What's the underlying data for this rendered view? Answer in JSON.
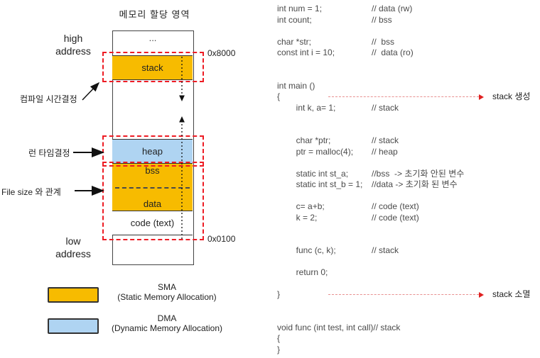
{
  "diagram": {
    "title": "메모리 할당 영역",
    "dots": "...",
    "high_address": {
      "line1": "high",
      "line2": "address"
    },
    "low_address": {
      "line1": "low",
      "line2": "address"
    },
    "addr_top": "0x8000",
    "addr_bottom": "0x0100",
    "sections": {
      "stack": "stack",
      "heap": "heap",
      "bss": "bss",
      "data": "data",
      "code": "code (text)"
    },
    "annotations": {
      "compile_time": "컴파일 시간결정",
      "run_time": "런 타임결정",
      "file_size": "File size 와 관계"
    },
    "colors": {
      "sma": "#F7BB00",
      "dma": "#AFD4F2",
      "red_dash": "#ED1C24"
    },
    "legend": [
      {
        "title": "SMA",
        "subtitle": "(Static Memory Allocation)"
      },
      {
        "title": "DMA",
        "subtitle": "(Dynamic Memory Allocation)"
      }
    ]
  },
  "code": {
    "lines": [
      {
        "code": "int num = 1;",
        "comment": "// data (rw)"
      },
      {
        "code": "int count;",
        "comment": "// bss"
      },
      {
        "code": ""
      },
      {
        "code": "char *str;",
        "comment": "//  bss"
      },
      {
        "code": "const int i = 10;",
        "comment": "//  data (ro)"
      },
      {
        "code": ""
      },
      {
        "code": ""
      },
      {
        "code": "int main ()"
      },
      {
        "code": "{",
        "annotation": "stack 생성"
      },
      {
        "code": "        int k, a= 1;",
        "comment": "// stack"
      },
      {
        "code": ""
      },
      {
        "code": ""
      },
      {
        "code": "        char *ptr;",
        "comment": "// stack"
      },
      {
        "code": "        ptr = malloc(4);",
        "comment": "// heap"
      },
      {
        "code": ""
      },
      {
        "code": "        static int st_a;",
        "comment": "//bss  -> 초기화 안된 변수"
      },
      {
        "code": "        static int st_b = 1;",
        "comment": "//data -> 초기화 된 변수"
      },
      {
        "code": ""
      },
      {
        "code": "        c= a+b;",
        "comment": "// code (text)"
      },
      {
        "code": "        k = 2;",
        "comment": "// code (text)"
      },
      {
        "code": ""
      },
      {
        "code": ""
      },
      {
        "code": "        func (c, k);",
        "comment": "// stack"
      },
      {
        "code": ""
      },
      {
        "code": "        return 0;"
      },
      {
        "code": ""
      },
      {
        "code": "}",
        "annotation": "stack 소멸"
      },
      {
        "code": ""
      },
      {
        "code": ""
      },
      {
        "code": "void func (int test, int call)",
        "comment": "// stack"
      },
      {
        "code": "{"
      },
      {
        "code": "}"
      }
    ]
  }
}
